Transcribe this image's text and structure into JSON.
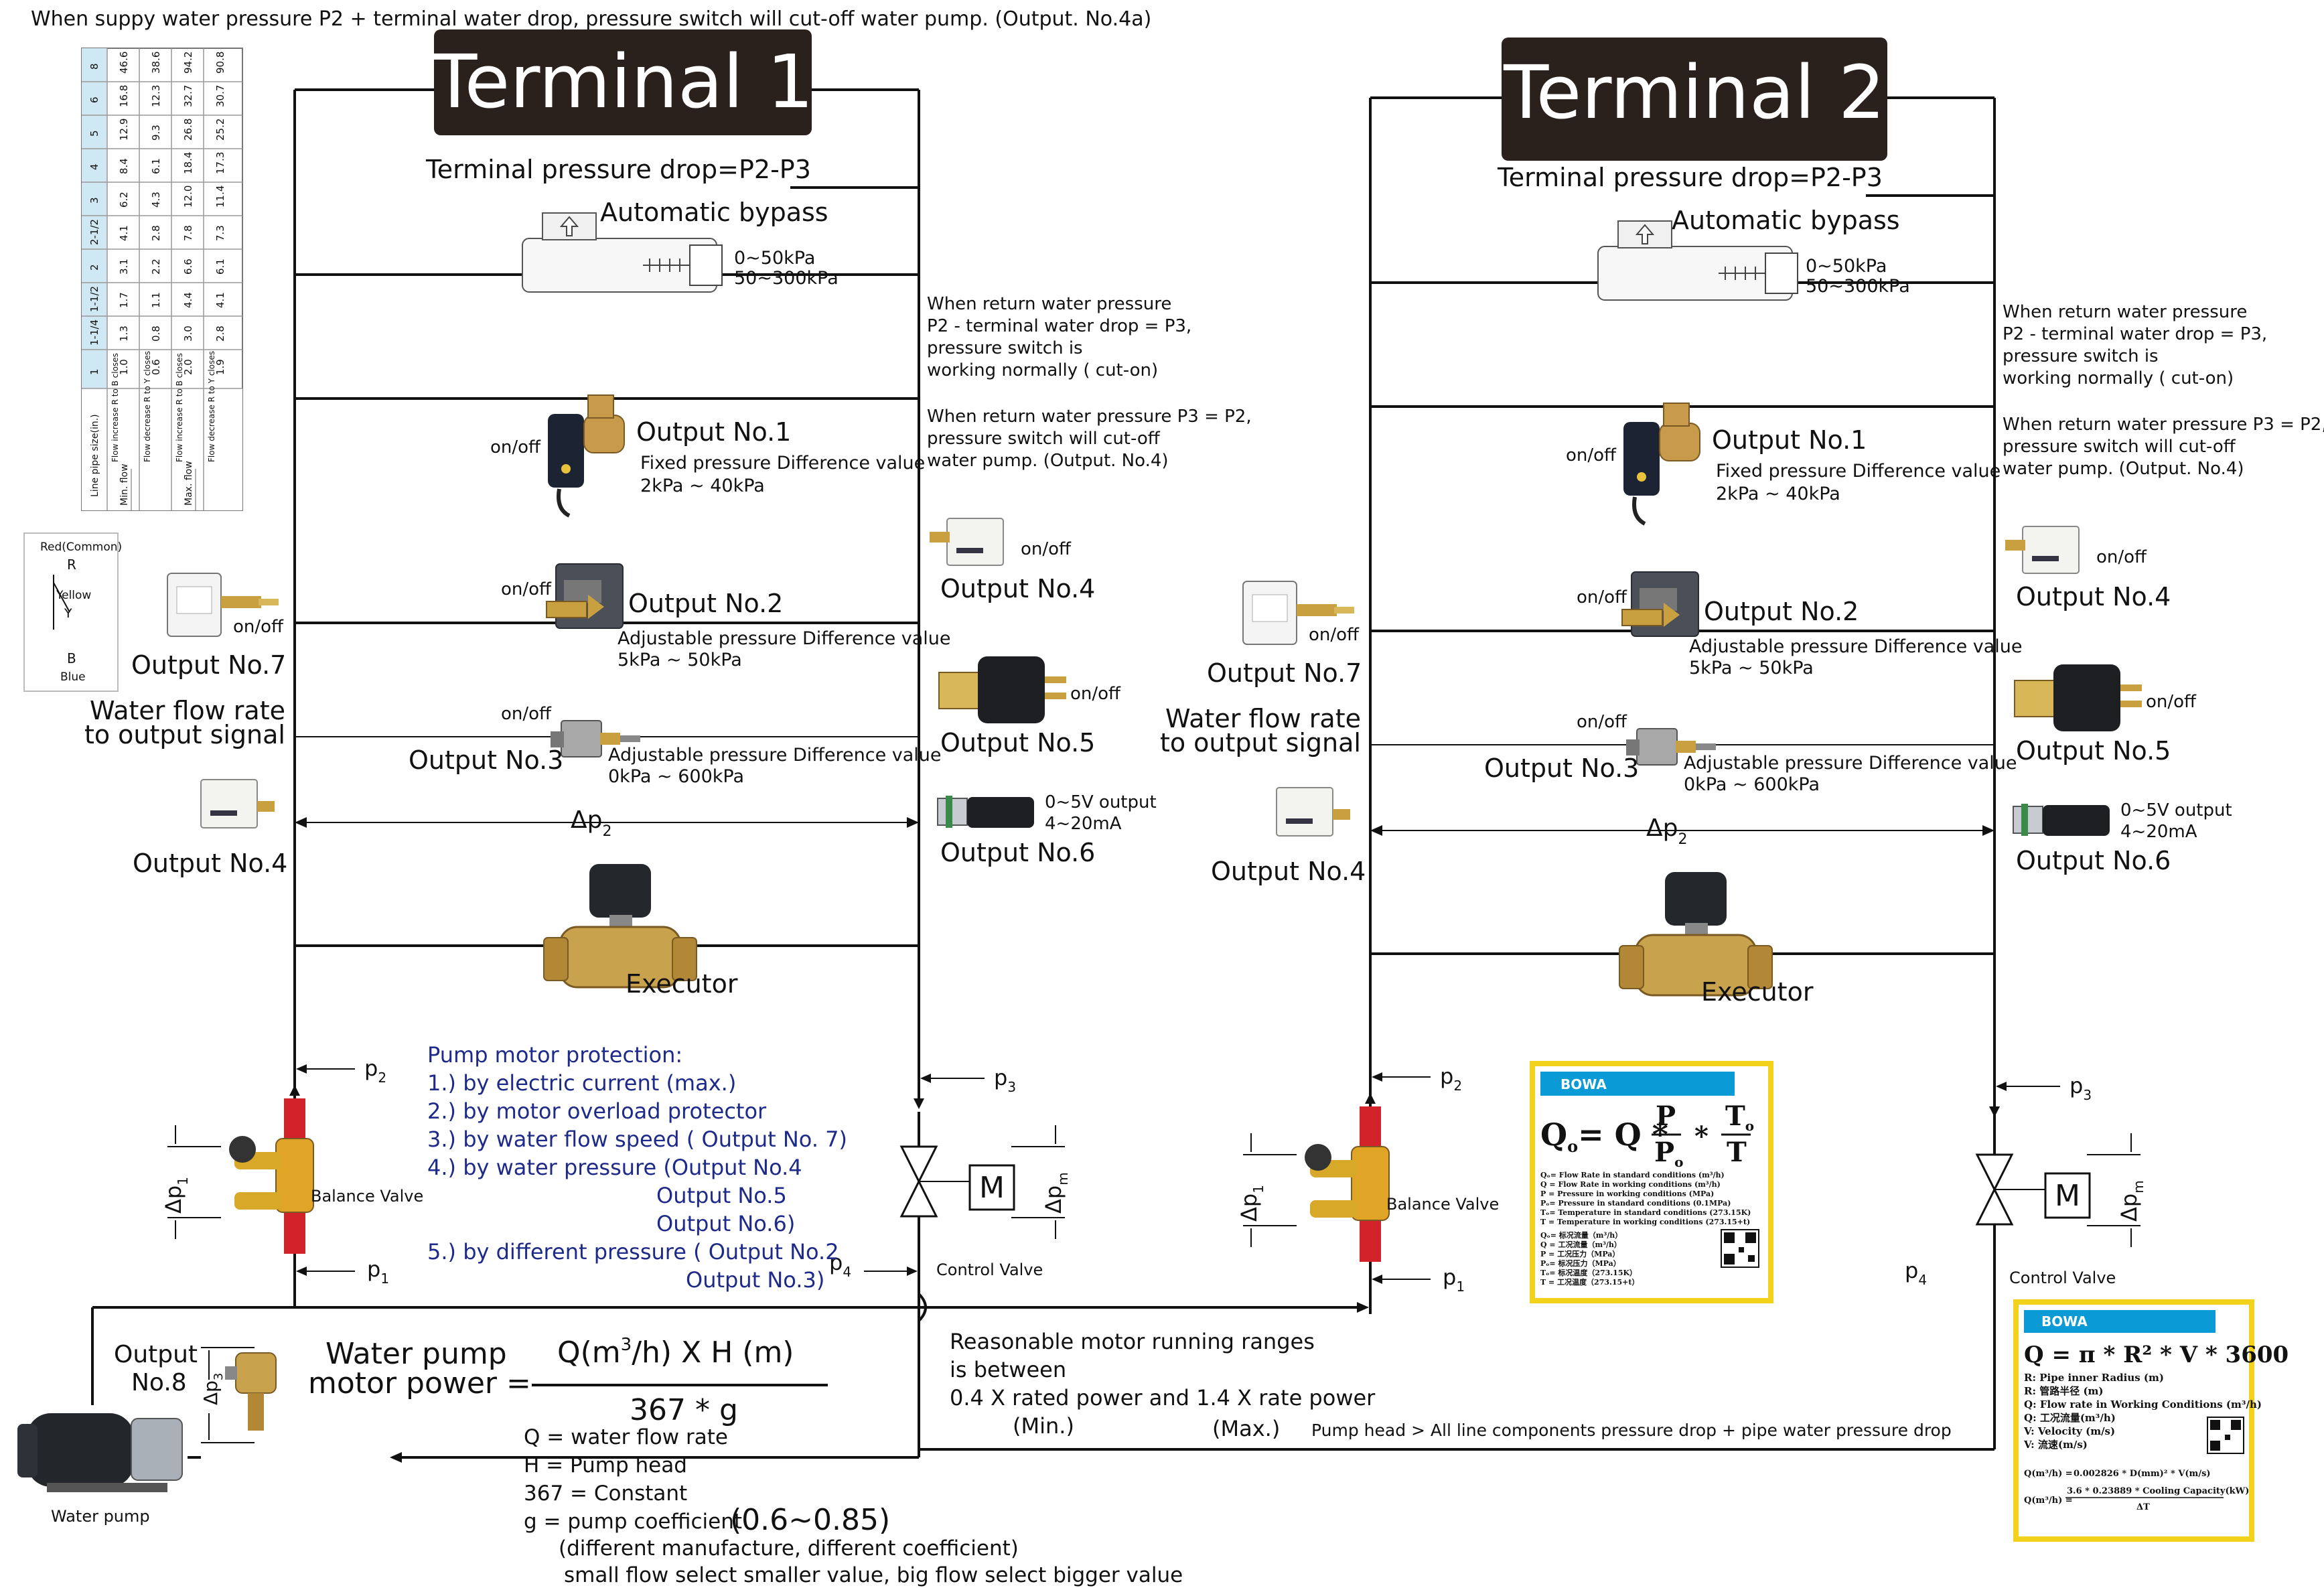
{
  "header_note": "When suppy water pressure P2 + terminal  water drop,  pressure switch will cut-off water pump. (Output. No.4a)",
  "table": {
    "sizes": [
      "8",
      "6",
      "5",
      "4",
      "3",
      "2-1/2",
      "2",
      "1-1/2",
      "1-1/4",
      "1"
    ],
    "row_label_header": "Line pipe size(in.)",
    "group_min": "Min. flow",
    "group_max": "Max. flow",
    "rows": [
      {
        "label": "Flow increase R to B closes",
        "values": [
          "46.6",
          "16.8",
          "12.9",
          "8.4",
          "6.2",
          "4.1",
          "3.1",
          "1.7",
          "1.3",
          "1.0"
        ]
      },
      {
        "label": "Flow decrease R to Y closes",
        "values": [
          "38.6",
          "12.3",
          "9.3",
          "6.1",
          "4.3",
          "2.8",
          "2.2",
          "1.1",
          "0.8",
          "0.6"
        ]
      },
      {
        "label": "Flow increase R to B closes",
        "values": [
          "94.2",
          "32.7",
          "26.8",
          "18.4",
          "12.0",
          "7.8",
          "6.6",
          "4.4",
          "3.0",
          "2.0"
        ]
      },
      {
        "label": "Flow decrease R to Y closes",
        "values": [
          "90.8",
          "30.7",
          "25.2",
          "17.3",
          "11.4",
          "7.3",
          "6.1",
          "4.1",
          "2.8",
          "1.9"
        ]
      }
    ]
  },
  "wiring": {
    "title": "Red(Common)",
    "r": "R",
    "yellow": "Yellow",
    "y": "Y",
    "b": "B",
    "blue": "Blue"
  },
  "terminals": [
    {
      "title": "Terminal 1",
      "pressure_drop": "Terminal pressure drop=P2-P3",
      "bypass": "Automatic bypass",
      "bypass_range1": "0~50kPa",
      "bypass_range2": "50~300kPa",
      "note_a": [
        "When return water pressure",
        "P2 - terminal water drop = P3,",
        "pressure switch is",
        "working normally ( cut-on)"
      ],
      "note_b": [
        "When return water pressure P3 =  P2,",
        "pressure switch will cut-off",
        "water pump. (Output. No.4)"
      ],
      "onoff": "on/off",
      "out1": "Output No.1",
      "out1_desc": "Fixed pressure Difference value",
      "out1_range": "2kPa ~ 40kPa",
      "out2": "Output No.2",
      "out2_desc": "Adjustable pressure Difference value",
      "out2_range": "5kPa ~ 50kPa",
      "out3": "Output No.3",
      "out3_desc": "Adjustable pressure Difference value",
      "out3_range": "0kPa ~ 600kPa",
      "out4": "Output No.4",
      "out4_left": "Output No.4",
      "out5": "Output No.5",
      "out6": "Output No.6",
      "out6_desc1": "0~5V output",
      "out6_desc2": "4~20mA",
      "out7": "Output No.7",
      "flow_rate1": "Water flow rate",
      "flow_rate2": "to output signal",
      "dp2": "Δp",
      "dp2_sub": "2",
      "executor": "Executor",
      "p2": "p",
      "p2_sub": "2",
      "p1": "p",
      "p1_sub": "1",
      "p3": "p",
      "p3_sub": "3",
      "p4": "p",
      "p4_sub": "4",
      "dp1": "Δp",
      "dp1_sub": "1",
      "dpm": "Δp",
      "dpm_sub": "m",
      "balance_valve": "Balance Valve",
      "control_valve": "Control Valve",
      "valve_m": "M"
    },
    {
      "title": "Terminal 2",
      "pressure_drop": "Terminal pressure drop=P2-P3",
      "bypass": "Automatic bypass",
      "bypass_range1": "0~50kPa",
      "bypass_range2": "50~300kPa",
      "note_a": [
        "When return water pressure",
        "P2 - terminal water drop = P3,",
        "pressure switch is",
        "working normally ( cut-on)"
      ],
      "note_b": [
        "When return water pressure P3 =  P2,",
        "pressure switch will cut-off",
        "water pump. (Output. No.4)"
      ],
      "onoff": "on/off",
      "out1": "Output No.1",
      "out1_desc": "Fixed pressure Difference value",
      "out1_range": "2kPa ~ 40kPa",
      "out2": "Output No.2",
      "out2_desc": "Adjustable pressure Difference value",
      "out2_range": "5kPa ~ 50kPa",
      "out3": "Output No.3",
      "out3_desc": "Adjustable pressure Difference value",
      "out3_range": "0kPa ~ 600kPa",
      "out4": "Output No.4",
      "out4_left": "Output No.4",
      "out5": "Output No.5",
      "out6": "Output No.6",
      "out6_desc1": "0~5V output",
      "out6_desc2": "4~20mA",
      "out7": "Output No.7",
      "flow_rate1": "Water flow rate",
      "flow_rate2": "to output signal",
      "dp2": "Δp",
      "dp2_sub": "2",
      "executor": "Executor",
      "p2": "p",
      "p2_sub": "2",
      "p1": "p",
      "p1_sub": "1",
      "p3": "p",
      "p3_sub": "3",
      "p4": "p",
      "p4_sub": "4",
      "dp1": "Δp",
      "dp1_sub": "1",
      "dpm": "Δp",
      "dpm_sub": "m",
      "balance_valve": "Balance Valve",
      "control_valve": "Control Valve",
      "valve_m": "M"
    }
  ],
  "protection": {
    "title": "Pump motor protection:",
    "items": [
      "1.) by electric current (max.)",
      "2.) by motor overload protector",
      "3.) by water flow speed ( Output No. 7)",
      "4.) by water pressure (Output No.4",
      "Output No.5",
      "Output No.6)",
      "5.) by different pressure ( Output No.2",
      "Output No.3)"
    ]
  },
  "pump": {
    "output8_a": "Output",
    "output8_b": "No.8",
    "dp3": "Δp",
    "dp3_sub": "3",
    "label": "Water pump",
    "power_a": "Water pump",
    "power_b": "motor power =",
    "numerator_a": "Q(m",
    "numerator_sup": "3",
    "numerator_b": "/h) X  H (m)",
    "denominator": "367 * g",
    "defs": [
      "Q = water flow rate",
      "H = Pump head",
      "367 = Constant"
    ],
    "coef_label": "g = pump coefficient",
    "coef_value": "(0.6~0.85)",
    "coef_note1": "(different manufacture, different coefficient)",
    "coef_note2": "small flow select smaller value, big flow select bigger value"
  },
  "ranges": {
    "line1": "Reasonable motor running ranges",
    "line2": "is between",
    "line3": "0.4 X rated power and 1.4 X rate power",
    "min": "(Min.)",
    "max": "(Max.)",
    "pump_head": "Pump head > All line components pressure drop + pipe water pressure drop"
  },
  "card1": {
    "brand": "BOWA",
    "formula_lhs": "Q",
    "formula_lhs_sub": "o",
    "formula_mid": "= Q *",
    "frac1_num": "P",
    "frac1_den": "P",
    "frac1_den_sub": "o",
    "frac2_num": "T",
    "frac2_num_sub": "o",
    "frac2_den": "T",
    "legend": [
      "Qₒ= Flow Rate in standard conditions (m³/h)",
      "Q = Flow Rate in working conditions (m³/h)",
      "P = Pressure in working conditions (MPa)",
      "Pₒ= Pressure in standard conditions (0.1MPa)",
      "Tₒ= Temperature in standard conditions (273.15K)",
      "T = Temperature in working conditions (273.15+t)",
      "Qₒ= 标况流量（m³/h）",
      "Q = 工况流量（m³/h）",
      "P = 工况压力（MPa）",
      "Pₒ= 标况压力（MPa）",
      "Tₒ= 标况温度（273.15K）",
      "T = 工况温度（273.15+t）"
    ]
  },
  "card2": {
    "brand": "BOWA",
    "formula": "Q = π * R² * V * 3600",
    "legend": [
      "R: Pipe inner Radius (m)",
      "R: 管路半径 (m)",
      "Q: Flow rate in Working Conditions (m³/h)",
      "Q: 工况流量(m³/h)",
      "V: Velocity (m/s)",
      "V: 流速(m/s)"
    ],
    "eq1_lhs": "Q(m³/h) =",
    "eq1_rhs": "0.002826 * D(mm)² * V(m/s)",
    "eq2_lhs": "Q(m³/h) =",
    "eq2_num": "3.6 * 0.23889 * Cooling Capacity(kW)",
    "eq2_den": "ΔT"
  }
}
